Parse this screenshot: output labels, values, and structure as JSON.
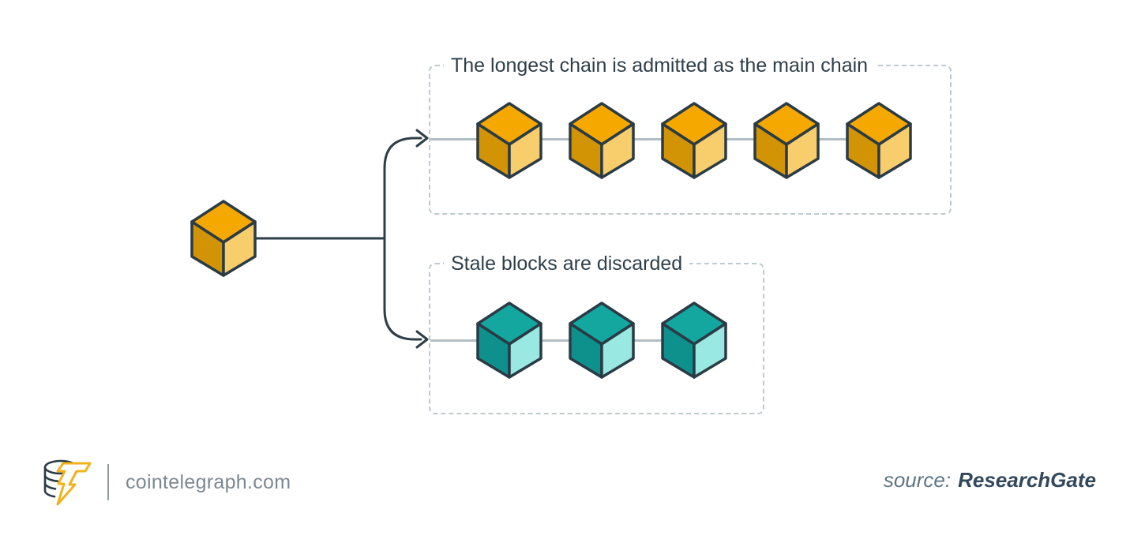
{
  "diagram": {
    "origin_block": {
      "palette": "gold",
      "block_count": 1
    },
    "boxes": {
      "main_chain": {
        "label": "The longest chain is admitted as the main chain",
        "block_count": 5,
        "palette": "gold"
      },
      "stale": {
        "label": "Stale blocks are discarded",
        "block_count": 3,
        "palette": "teal"
      }
    }
  },
  "palettes": {
    "gold": {
      "top": "#F4A800",
      "left": "#D29404",
      "right": "#F8CE6D"
    },
    "teal": {
      "top": "#14A7A0",
      "left": "#0E918C",
      "right": "#99E9E2"
    }
  },
  "colors": {
    "outline": "#2A3B45",
    "connector": "#2E3E48",
    "chain_line": "#B3BDC4",
    "dashed_border": "#BDC9D1",
    "title_text": "#2E3E4A",
    "brand_bolt": "#F2B21D"
  },
  "footer": {
    "brand": "cointelegraph.com",
    "source_prefix": "source:",
    "source_name": "ResearchGate"
  }
}
